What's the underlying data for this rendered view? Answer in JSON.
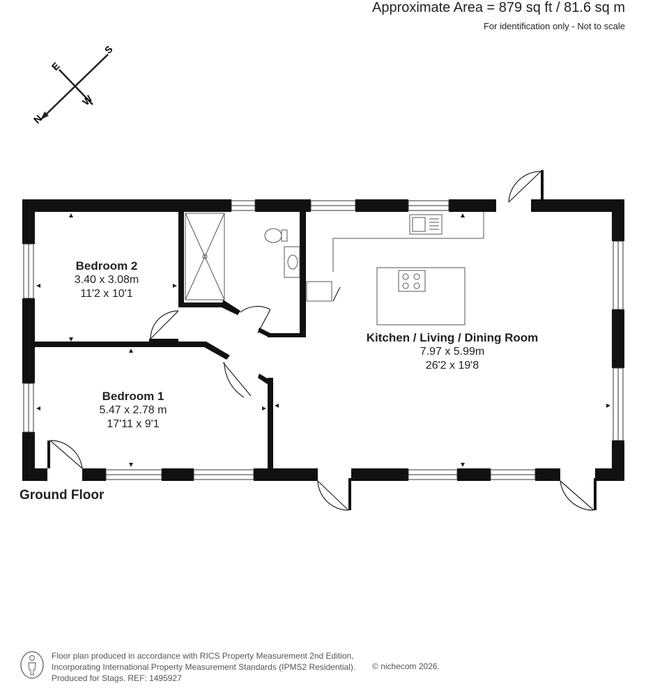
{
  "header": {
    "area": "Approximate Area = 879 sq ft / 81.6 sq m",
    "note": "For identification only - Not to scale"
  },
  "compass": {
    "n": "N",
    "s": "S",
    "e": "E",
    "w": "W"
  },
  "floor_label": "Ground Floor",
  "rooms": [
    {
      "name": "Bedroom 2",
      "metric": "3.40 x 3.08m",
      "imperial": "11'2 x 10'1"
    },
    {
      "name": "Bedroom 1",
      "metric": "5.47 x 2.78 m",
      "imperial": "17'11 x 9'1"
    },
    {
      "name": "Kitchen / Living / Dining Room",
      "metric": "7.97 x 5.99m",
      "imperial": "26'2 x 19'8"
    }
  ],
  "footer": {
    "line1": "Floor plan produced in accordance with RICS Property Measurement 2nd Edition,",
    "line2": "Incorporating International Property Measurement Standards (IPMS2 Residential).",
    "line3": "Produced for Stags.   REF: 1495927",
    "copyright": "© nichecom 2026."
  },
  "colors": {
    "wall": "#111111",
    "fixture": "#555555",
    "text": "#222222"
  }
}
